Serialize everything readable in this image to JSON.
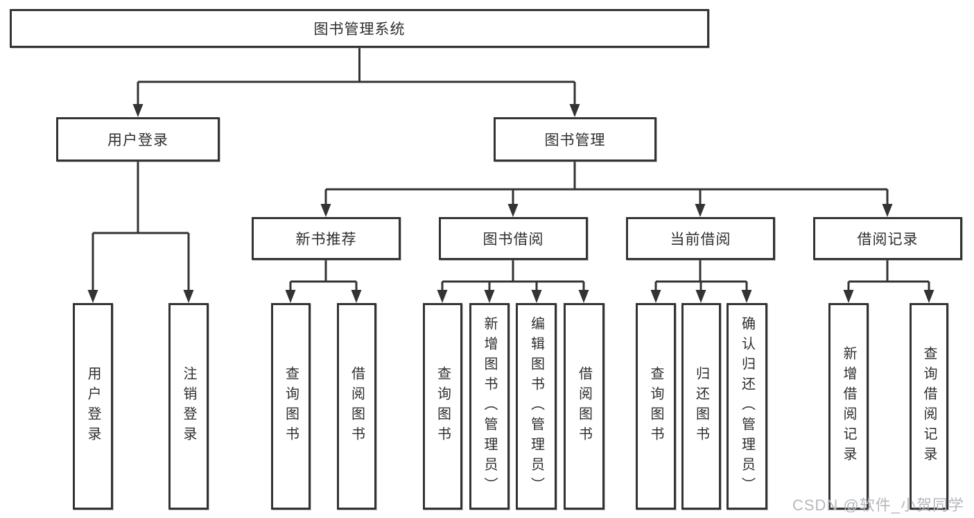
{
  "diagram": {
    "title": "图书管理系统",
    "nodes": {
      "root": "图书管理系统",
      "user_login": "用户登录",
      "book_management": "图书管理",
      "new_book_recommend": "新书推荐",
      "book_borrowing": "图书借阅",
      "current_borrowing": "当前借阅",
      "borrowing_records": "借阅记录",
      "leaves": {
        "user_login": [
          "用户登录",
          "注销登录"
        ],
        "new_book_recommend": [
          "查询图书",
          "借阅图书"
        ],
        "book_borrowing": [
          "查询图书",
          "新增图书（管理员）",
          "编辑图书（管理员）",
          "借阅图书"
        ],
        "current_borrowing": [
          "查询图书",
          "归还图书",
          "确认归还（管理员）"
        ],
        "borrowing_records": [
          "新增借阅记录",
          "查询借阅记录"
        ]
      }
    },
    "colors": {
      "line": "#333333",
      "text": "#2e2e2e",
      "background": "#ffffff",
      "watermark": "#b5b8bc"
    }
  },
  "watermark": "CSDN @软件_小贺同学"
}
